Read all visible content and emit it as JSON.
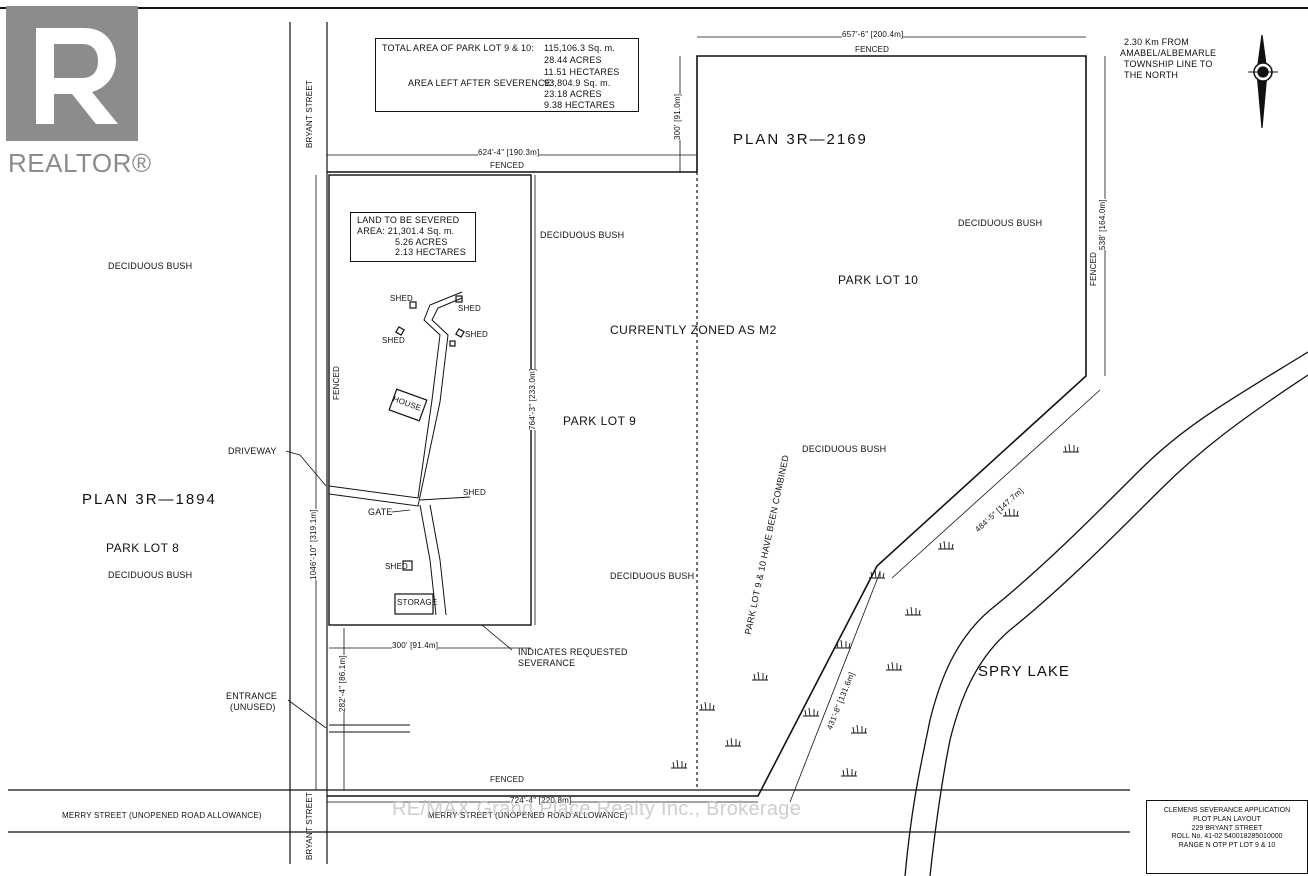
{
  "branding": {
    "realtor_logo_text": "REALTOR®",
    "watermark": "RE/MAX Grand Place Realty Inc., Brokerage"
  },
  "streets": {
    "bryant_top": "BRYANT STREET",
    "bryant_bottom": "BRYANT STREET",
    "merry_left": "MERRY STREET (UNOPENED ROAD ALLOWANCE)",
    "merry_right": "MERRY STREET (UNOPENED ROAD ALLOWANCE)"
  },
  "area_box": {
    "line1_label": "TOTAL AREA OF PARK LOT 9 & 10:",
    "line1_value": "115,106.3 Sq. m.",
    "line2_value": "28.44 ACRES",
    "line3_value": "11.51 HECTARES",
    "line4_label": "AREA LEFT AFTER SEVERENCE:",
    "line4_value": "93,804.9 Sq. m.",
    "line5_value": "23.18 ACRES",
    "line6_value": "9.38 HECTARES"
  },
  "severed_box": {
    "line1": "LAND TO BE SEVERED",
    "line2": "AREA:  21,301.4 Sq. m.",
    "line3": "5.26 ACRES",
    "line4": "2.13 HECTARES"
  },
  "north_note": {
    "line1": "2.30 Km FROM",
    "line2": "AMABEL/ALBEMARLE",
    "line3": "TOWNSHIP LINE TO",
    "line4": "THE NORTH"
  },
  "labels": {
    "plan_3r_2169": "PLAN  3R—2169",
    "plan_3r_1894": "PLAN  3R—1894",
    "park_lot_10": "PARK LOT 10",
    "park_lot_9": "PARK LOT 9",
    "park_lot_8": "PARK LOT 8",
    "currently_zoned": "CURRENTLY ZONED AS M2",
    "combined": "PARK LOT 9 & 10  HAVE BEEN COMBINED",
    "spry_lake": "SPRY LAKE",
    "bush_left": "DECIDUOUS BUSH",
    "bush_lot8": "DECIDUOUS BUSH",
    "bush_lot9_top": "DECIDUOUS BUSH",
    "bush_lot10_top": "DECIDUOUS BUSH",
    "bush_lot10_mid": "DECIDUOUS BUSH",
    "bush_lot9_bottom": "DECIDUOUS BUSH",
    "driveway": "DRIVEWAY",
    "gate": "GATE",
    "entrance_1": "ENTRANCE",
    "entrance_2": "(UNUSED)",
    "indicates_1": "INDICATES REQUESTED",
    "indicates_2": "SEVERANCE",
    "house": "HOUSE",
    "storage": "STORAGE",
    "shed_1": "SHED",
    "shed_2": "SHED",
    "shed_3": "SHED",
    "shed_4": "SHED",
    "shed_5": "SHED",
    "shed_6": "SHED",
    "fenced_top": "FENCED",
    "fenced_mid": "FENCED",
    "fenced_left": "FENCED",
    "fenced_right": "FENCED",
    "fenced_bottom": "FENCED"
  },
  "dimensions": {
    "top_width": "657'-6\" [200.4m]",
    "mid_width": "624'-4\" [190.3m]",
    "lot10_left_height": "300' [91.0m]",
    "lot10_right_height": "538' [164.0m]",
    "west_height": "1046'-10\" [319.1m]",
    "severed_height": "764'-3\" [233.0m]",
    "severed_bottom_width": "300' [91.4m]",
    "entrance_height": "282'-4\" [86.1m]",
    "bottom_width": "724'-4\" [220.8m]",
    "diag_upper": "484'-5\" [147.7m]",
    "diag_lower": "431'-8\" [131.6m]"
  },
  "title_block": {
    "line1": "CLEMENS SEVERANCE APPLICATION",
    "line2": "PLOT PLAN LAYOUT",
    "line3": "229 BRYANT STREET",
    "line4": "ROLL No. 41-02 540018285010000",
    "line5": "RANGE N OTP PT LOT 9 & 10"
  }
}
